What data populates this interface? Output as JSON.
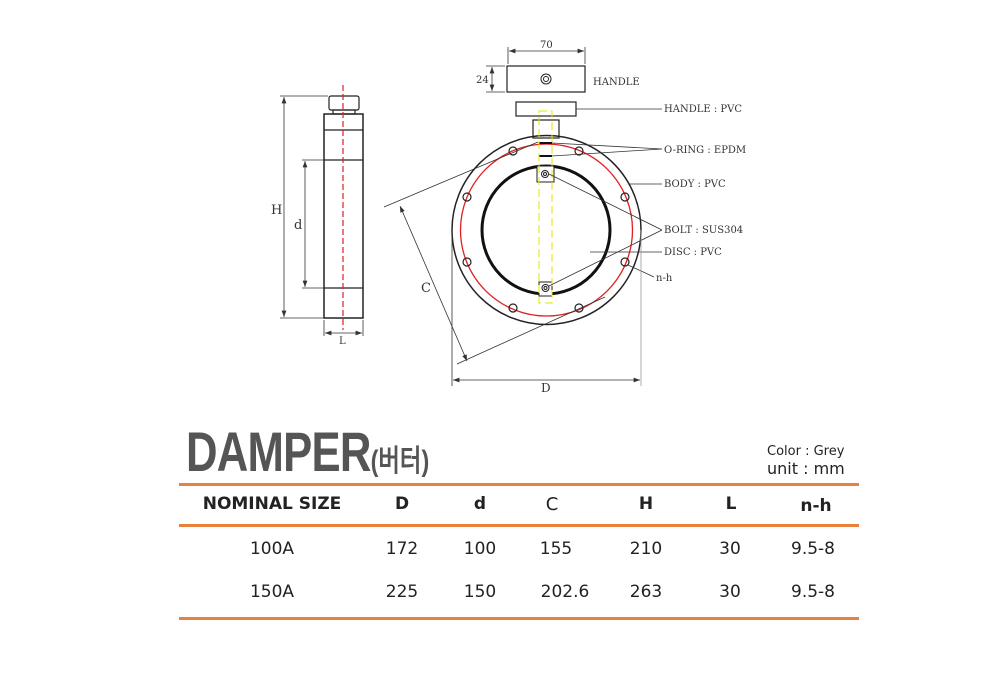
{
  "drawing": {
    "side_labels": {
      "H": "H",
      "d": "d",
      "L": "L"
    },
    "handle_dims": {
      "width": "70",
      "height": "24",
      "label": "HANDLE"
    },
    "front_labels": {
      "C": "C",
      "D": "D"
    },
    "callouts": [
      "HANDLE : PVC",
      "O-RING : EPDM",
      "BODY : PVC",
      "BOLT : SUS304",
      "DISC : PVC",
      "n-h"
    ],
    "colors": {
      "center_line": "#e02020",
      "pcd_circle": "#e02020",
      "disc_stem": "#e6e600"
    }
  },
  "product": {
    "title": "DAMPER",
    "title_ko": "(버터)",
    "color_note": "Color : Grey",
    "unit_note": "unit : mm"
  },
  "table": {
    "headers": [
      "NOMINAL SIZE",
      "D",
      "d",
      "C",
      "H",
      "L",
      "n-h"
    ],
    "rows": [
      [
        "100A",
        "172",
        "100",
        "155",
        "210",
        "30",
        "9.5-8"
      ],
      [
        "150A",
        "225",
        "150",
        "202.6",
        "263",
        "30",
        "9.5-8"
      ]
    ],
    "accent": "#e8823a"
  }
}
